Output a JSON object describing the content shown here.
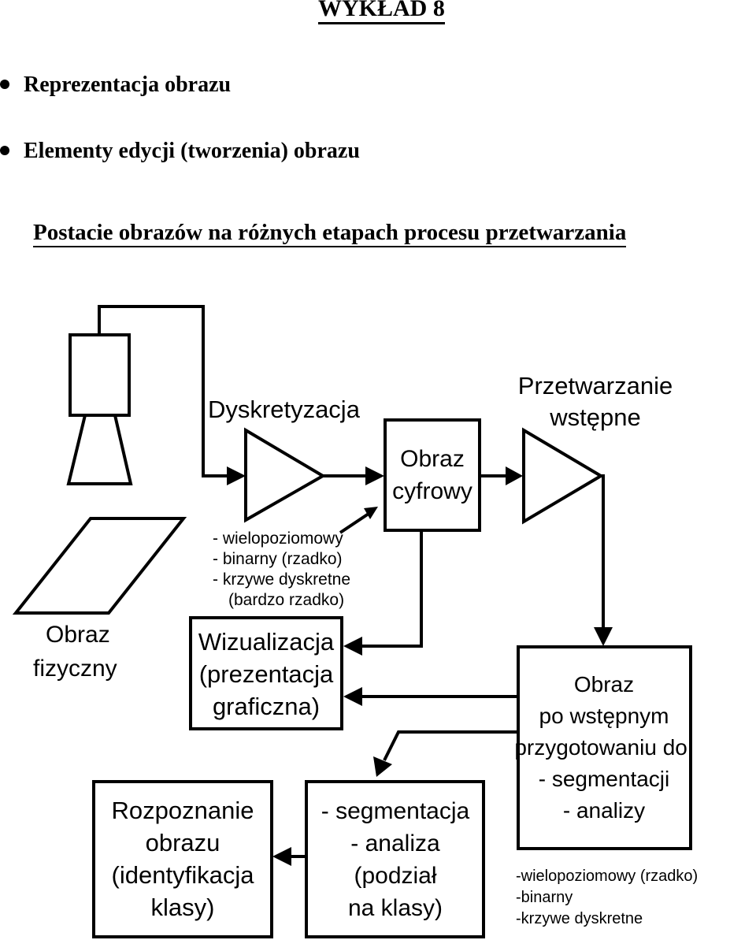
{
  "header": {
    "title": "WYKŁAD 8",
    "bullets": [
      "Reprezentacja  obrazu",
      "Elementy edycji  (tworzenia) obrazu"
    ],
    "subtitle": "Postacie obrazów na różnych etapach procesu przetwarzania"
  },
  "diagram": {
    "physical_label": [
      "Obraz",
      "fizyczny"
    ],
    "discretization_label": "Dyskretyzacja",
    "digital_box": [
      "Obraz",
      "cyfrowy"
    ],
    "preprocessing_label": [
      "Przetwarzanie",
      "wstępne"
    ],
    "modes_notes": [
      "- wielopoziomowy",
      "- binarny (rzadko)",
      "- krzywe dyskretne",
      "(bardzo rzadko)"
    ],
    "visualization_box": [
      "Wizualizacja",
      "(prezentacja",
      "graficzna)"
    ],
    "preprocessed_box": [
      "Obraz",
      "po wstępnym",
      "przygotowaniu do:",
      "- segmentacji",
      "- analizy"
    ],
    "preprocessed_notes": [
      "-wielopoziomowy (rzadko)",
      "-binarny",
      "-krzywe dyskretne"
    ],
    "segmentation_box": [
      "- segmentacja",
      "- analiza",
      "(podział",
      "na klasy)"
    ],
    "recognition_box": [
      "Rozpoznanie",
      "obrazu",
      "(identyfikacja",
      "klasy)"
    ]
  },
  "colors": {
    "stroke": "#000000",
    "background": "#ffffff"
  }
}
